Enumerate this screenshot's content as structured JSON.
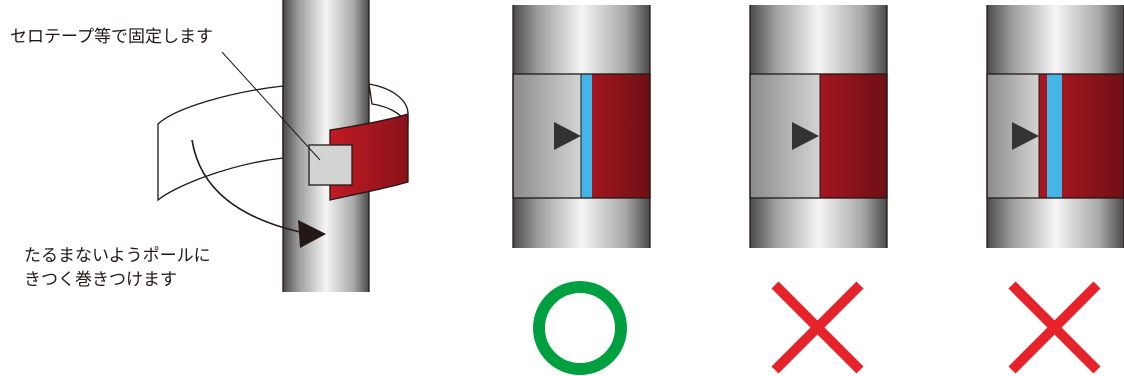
{
  "labels": {
    "tape_note": "セロテープ等で固定します",
    "wrap_note_line1": "たるまないようポールに",
    "wrap_note_line2": "きつく巻きつけます"
  },
  "examples": [
    {
      "id": "good",
      "verdict": "correct",
      "mark_icon": "circle-mark-icon"
    },
    {
      "id": "bad-gap",
      "verdict": "incorrect",
      "mark_icon": "cross-mark-icon"
    },
    {
      "id": "bad-overlap",
      "verdict": "incorrect",
      "mark_icon": "cross-mark-icon"
    }
  ],
  "colors": {
    "band_red": "#a3161f",
    "band_dark": "#6f0f15",
    "stripe_blue": "#45b4e6",
    "ok_green": "#00a040",
    "ng_red": "#e6222a",
    "outline": "#231815"
  }
}
